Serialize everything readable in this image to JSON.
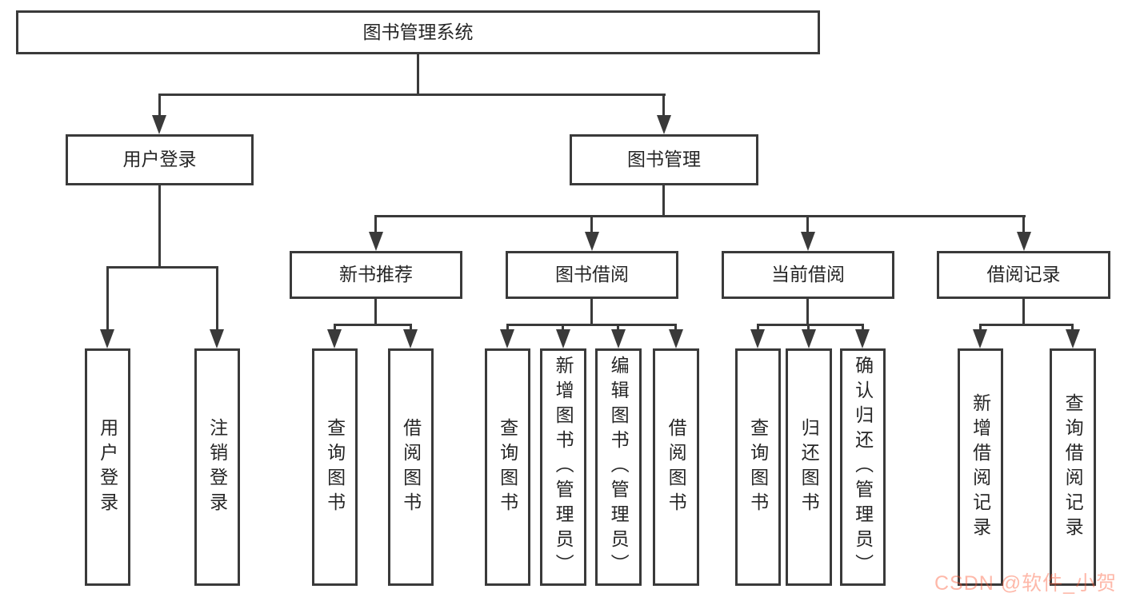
{
  "colors": {
    "line": "#3a3a3a",
    "text": "#262626",
    "background": "#ffffff",
    "watermark": "rgba(252,85,49,0.42)"
  },
  "watermark": {
    "text": "CSDN @软件_小贺同学"
  },
  "tree": {
    "label": "图书管理系统",
    "children": [
      {
        "label": "用户登录",
        "children": [
          {
            "label": "用户登录"
          },
          {
            "label": "注销登录"
          }
        ]
      },
      {
        "label": "图书管理",
        "children": [
          {
            "label": "新书推荐",
            "children": [
              {
                "label": "查询图书"
              },
              {
                "label": "借阅图书"
              }
            ]
          },
          {
            "label": "图书借阅",
            "children": [
              {
                "label": "查询图书"
              },
              {
                "label": "新增图书（管理员）"
              },
              {
                "label": "编辑图书（管理员）"
              },
              {
                "label": "借阅图书"
              }
            ]
          },
          {
            "label": "当前借阅",
            "children": [
              {
                "label": "查询图书"
              },
              {
                "label": "归还图书"
              },
              {
                "label": "确认归还（管理员）"
              }
            ]
          },
          {
            "label": "借阅记录",
            "children": [
              {
                "label": "新增借阅记录"
              },
              {
                "label": "查询借阅记录"
              }
            ]
          }
        ]
      }
    ]
  }
}
